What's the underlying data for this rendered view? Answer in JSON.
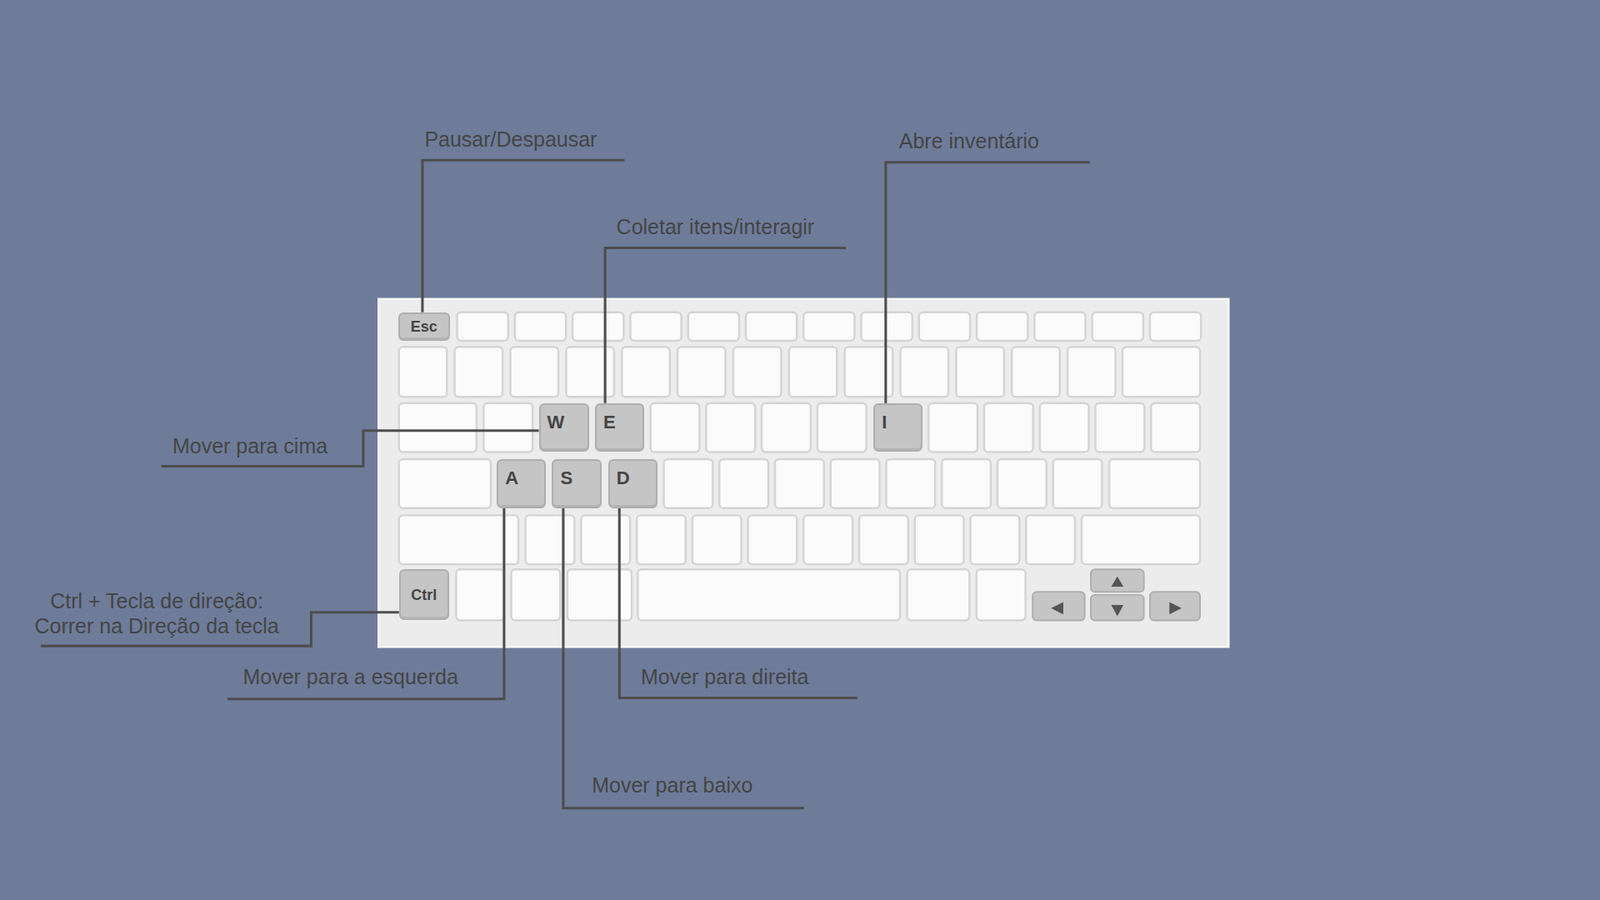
{
  "diagram": {
    "nodes": [
      {
        "text": [
          "Esc"
        ]
      },
      {
        "text": [
          "W"
        ]
      },
      {
        "text": [
          "E"
        ]
      },
      {
        "text": [
          "I"
        ]
      },
      {
        "text": [
          "A"
        ]
      },
      {
        "text": [
          "S"
        ]
      },
      {
        "text": [
          "D"
        ]
      },
      {
        "text": [
          "Ctrl"
        ]
      }
    ],
    "labels": [
      "Pausar/Despausar",
      "Abre inventário",
      "Coletar itens/interagir",
      "Mover para cima",
      "Ctrl + Tecla de direção: Correr na Direção da tecla",
      "Mover para a esquerda",
      "Mover para direita",
      "Mover para baixo"
    ]
  }
}
